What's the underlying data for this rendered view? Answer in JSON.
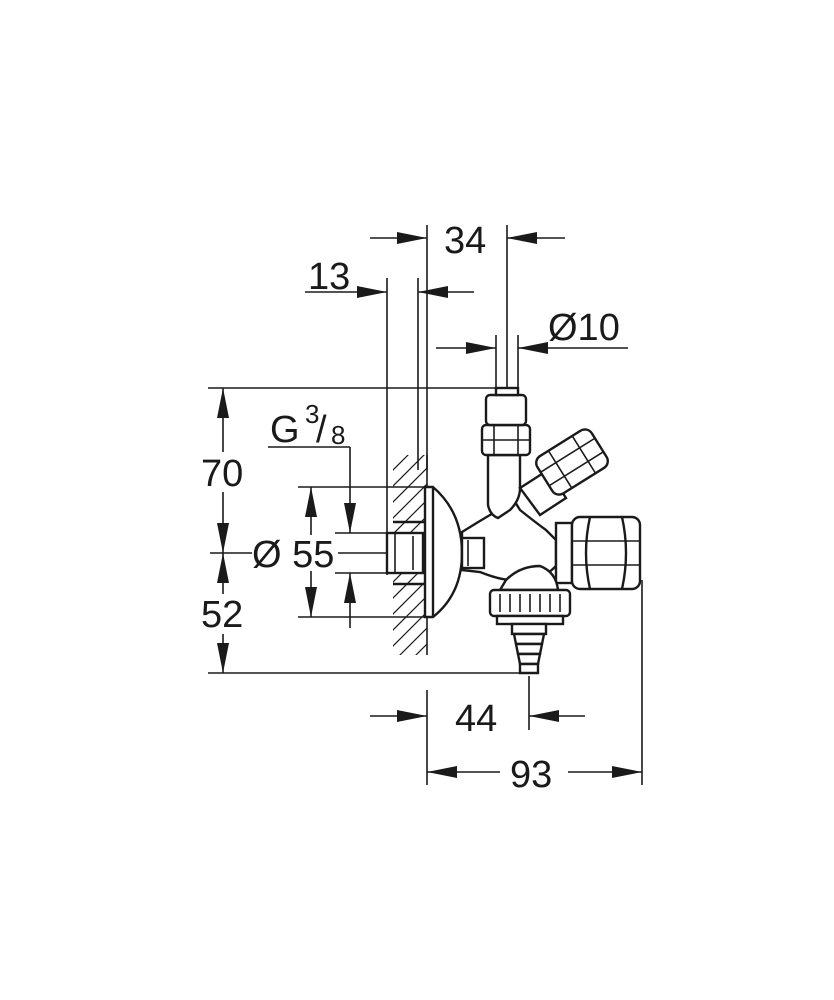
{
  "drawing": {
    "type": "technical-drawing",
    "subject": "angle valve with hose connection, side view with dimensions",
    "dimensions": {
      "d34": "34",
      "d13": "13",
      "d10": "Ø10",
      "thread_g": "G",
      "thread_num": "3",
      "thread_slash": "/",
      "thread_den": "8",
      "d70": "70",
      "d55": "Ø 55",
      "d52": "52",
      "d44": "44",
      "d93": "93"
    }
  }
}
